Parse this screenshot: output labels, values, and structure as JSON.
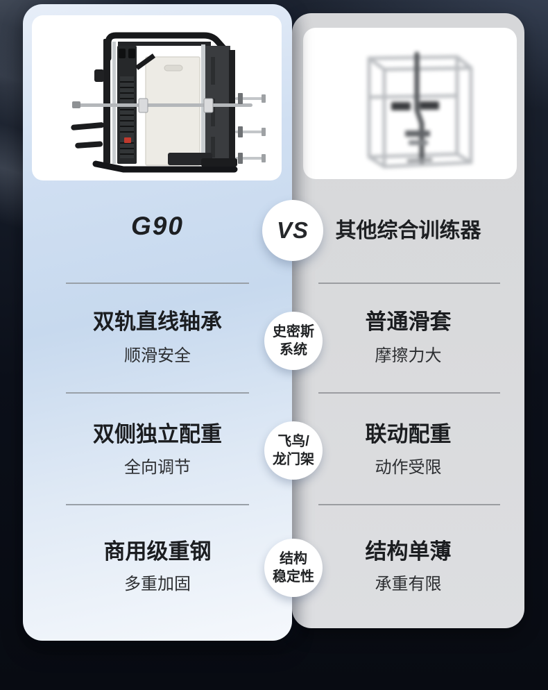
{
  "vs_badge": {
    "label": "VS"
  },
  "left_column": {
    "title": "G90",
    "image_name": "g90-smith-machine-photo",
    "rows": [
      {
        "heading": "双轨直线轴承",
        "sub": "顺滑安全"
      },
      {
        "heading": "双侧独立配重",
        "sub": "全向调节"
      },
      {
        "heading": "商用级重钢",
        "sub": "多重加固"
      }
    ]
  },
  "right_column": {
    "title": "其他综合训练器",
    "image_name": "generic-trainer-photo-blurred",
    "rows": [
      {
        "heading": "普通滑套",
        "sub": "摩擦力大"
      },
      {
        "heading": "联动配重",
        "sub": "动作受限"
      },
      {
        "heading": "结构单薄",
        "sub": "承重有限"
      }
    ]
  },
  "category_badges": [
    {
      "line1": "史密斯",
      "line2": "系统"
    },
    {
      "line1": "飞鸟/",
      "line2": "龙门架"
    },
    {
      "line1": "结构",
      "line2": "稳定性"
    }
  ],
  "colors": {
    "left_card_blue": "#c9dbef",
    "right_card_gray": "#d9dadc",
    "heading_text": "#1b1d20",
    "sub_text": "#2c2e31",
    "divider": "#99a0a8",
    "badge_background": "#ffffff",
    "page_background": "#0b0f18",
    "accent_red_detail": "#c13a2e"
  }
}
